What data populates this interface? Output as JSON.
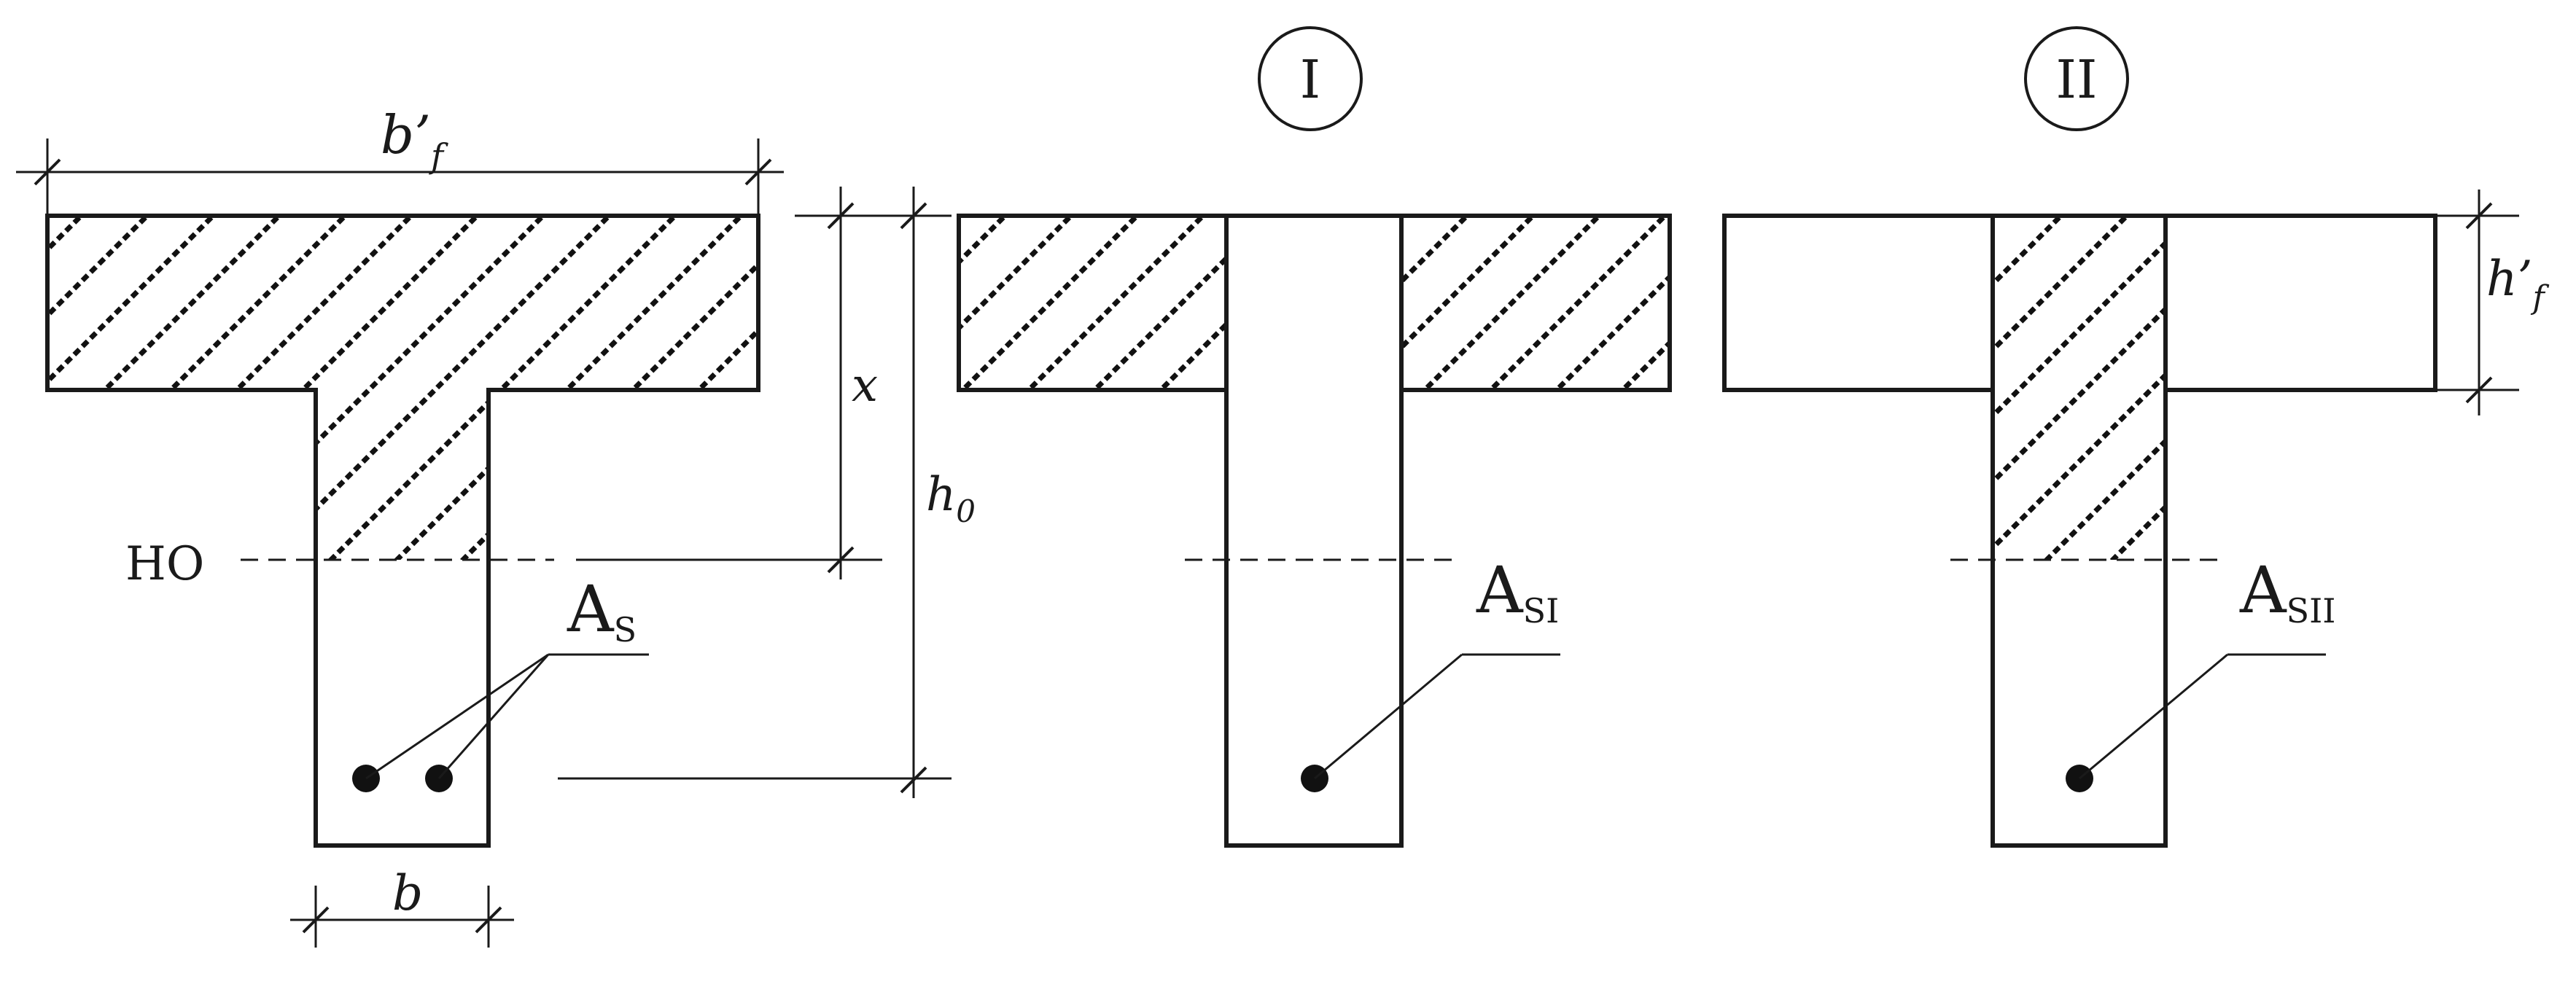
{
  "labels": {
    "flange_width_main": "b’",
    "flange_width_sub": "f",
    "depth_x": "x",
    "effective_depth_main": "h",
    "effective_depth_sub": "0",
    "neutral_axis": "НО",
    "web_width": "b",
    "flange_height_main": "h’",
    "flange_height_sub": "f"
  },
  "steel": {
    "total_main": "A",
    "total_sub": "S",
    "part1_main": "A",
    "part1_sub": "SI",
    "part2_main": "A",
    "part2_sub": "SII"
  },
  "parts": {
    "part1": "I",
    "part2": "II"
  }
}
